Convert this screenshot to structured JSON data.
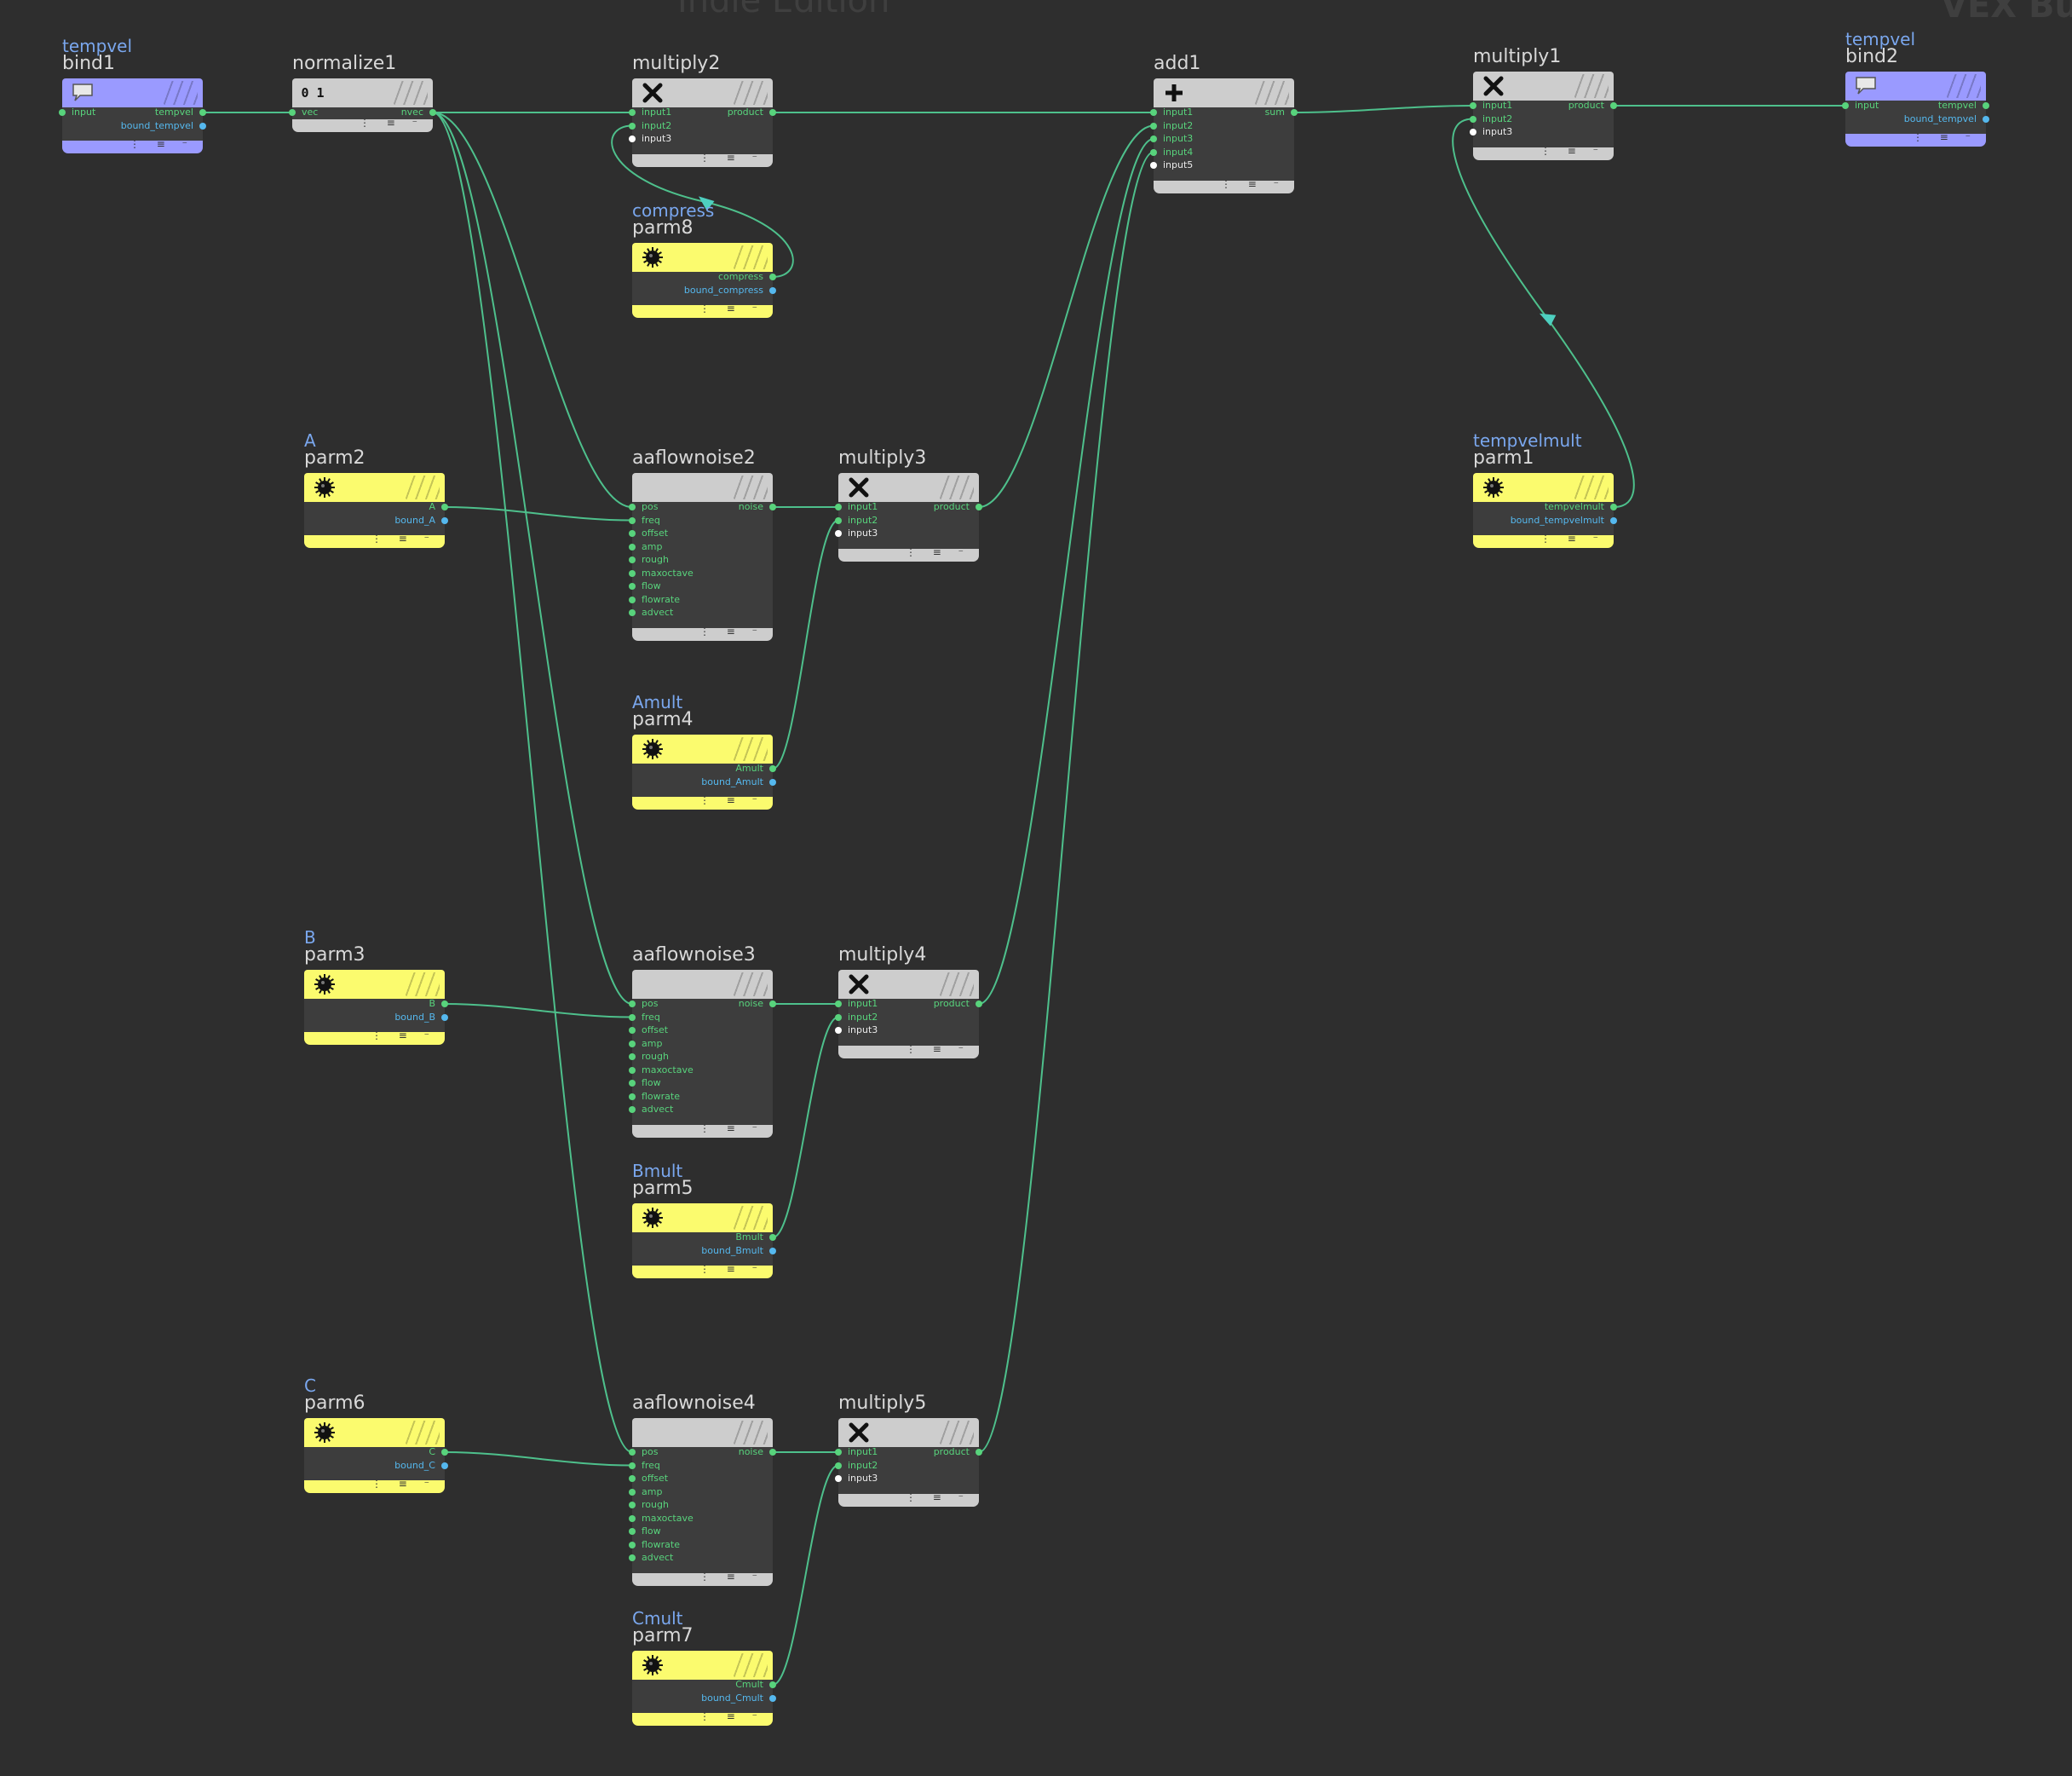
{
  "watermarks": {
    "center": "Indie Edition",
    "right": "VEX Bu"
  },
  "colors": {
    "background": "#2e2e2e",
    "wire": "#4ec08c",
    "param_node": "#fbfb6e",
    "bind_node": "#9a9aff",
    "op_node": "#cdcdcd",
    "float_port": "#58d37c",
    "vector_port": "#55b8ee"
  },
  "nodes": {
    "bind1": {
      "label": "tempvel",
      "name": "bind1",
      "icon": "speech-bubble-icon",
      "inputs": [
        "input"
      ],
      "outputs": [
        "tempvel",
        "bound_tempvel"
      ]
    },
    "normalize1": {
      "name": "normalize1",
      "icon": "normalize-icon",
      "icon_text": "0 1",
      "inputs": [
        "vec"
      ],
      "outputs": [
        "nvec"
      ]
    },
    "multiply2": {
      "name": "multiply2",
      "icon": "multiply-icon",
      "inputs": [
        "input1",
        "input2",
        "input3"
      ],
      "outputs": [
        "product"
      ]
    },
    "parm8": {
      "label": "compress",
      "name": "parm8",
      "icon": "knob-icon",
      "outputs": [
        "compress",
        "bound_compress"
      ]
    },
    "add1": {
      "name": "add1",
      "icon": "add-icon",
      "inputs": [
        "input1",
        "input2",
        "input3",
        "input4",
        "input5"
      ],
      "outputs": [
        "sum"
      ]
    },
    "multiply1": {
      "name": "multiply1",
      "icon": "multiply-icon",
      "inputs": [
        "input1",
        "input2",
        "input3"
      ],
      "outputs": [
        "product"
      ]
    },
    "bind2": {
      "label": "tempvel",
      "name": "bind2",
      "icon": "speech-bubble-icon",
      "inputs": [
        "input"
      ],
      "outputs": [
        "tempvel",
        "bound_tempvel"
      ]
    },
    "parm1": {
      "label": "tempvelmult",
      "name": "parm1",
      "icon": "knob-icon",
      "outputs": [
        "tempvelmult",
        "bound_tempvelmult"
      ]
    },
    "parm2": {
      "label": "A",
      "name": "parm2",
      "icon": "knob-icon",
      "outputs": [
        "A",
        "bound_A"
      ]
    },
    "aaflownoise2": {
      "name": "aaflownoise2",
      "inputs": [
        "pos",
        "freq",
        "offset",
        "amp",
        "rough",
        "maxoctave",
        "flow",
        "flowrate",
        "advect"
      ],
      "outputs": [
        "noise"
      ]
    },
    "multiply3": {
      "name": "multiply3",
      "icon": "multiply-icon",
      "inputs": [
        "input1",
        "input2",
        "input3"
      ],
      "outputs": [
        "product"
      ]
    },
    "parm4": {
      "label": "Amult",
      "name": "parm4",
      "icon": "knob-icon",
      "outputs": [
        "Amult",
        "bound_Amult"
      ]
    },
    "parm3": {
      "label": "B",
      "name": "parm3",
      "icon": "knob-icon",
      "outputs": [
        "B",
        "bound_B"
      ]
    },
    "aaflownoise3": {
      "name": "aaflownoise3",
      "inputs": [
        "pos",
        "freq",
        "offset",
        "amp",
        "rough",
        "maxoctave",
        "flow",
        "flowrate",
        "advect"
      ],
      "outputs": [
        "noise"
      ]
    },
    "multiply4": {
      "name": "multiply4",
      "icon": "multiply-icon",
      "inputs": [
        "input1",
        "input2",
        "input3"
      ],
      "outputs": [
        "product"
      ]
    },
    "parm5": {
      "label": "Bmult",
      "name": "parm5",
      "icon": "knob-icon",
      "outputs": [
        "Bmult",
        "bound_Bmult"
      ]
    },
    "parm6": {
      "label": "C",
      "name": "parm6",
      "icon": "knob-icon",
      "outputs": [
        "C",
        "bound_C"
      ]
    },
    "aaflownoise4": {
      "name": "aaflownoise4",
      "inputs": [
        "pos",
        "freq",
        "offset",
        "amp",
        "rough",
        "maxoctave",
        "flow",
        "flowrate",
        "advect"
      ],
      "outputs": [
        "noise"
      ]
    },
    "multiply5": {
      "name": "multiply5",
      "icon": "multiply-icon",
      "inputs": [
        "input1",
        "input2",
        "input3"
      ],
      "outputs": [
        "product"
      ]
    },
    "parm7": {
      "label": "Cmult",
      "name": "parm7",
      "icon": "knob-icon",
      "outputs": [
        "Cmult",
        "bound_Cmult"
      ]
    }
  }
}
